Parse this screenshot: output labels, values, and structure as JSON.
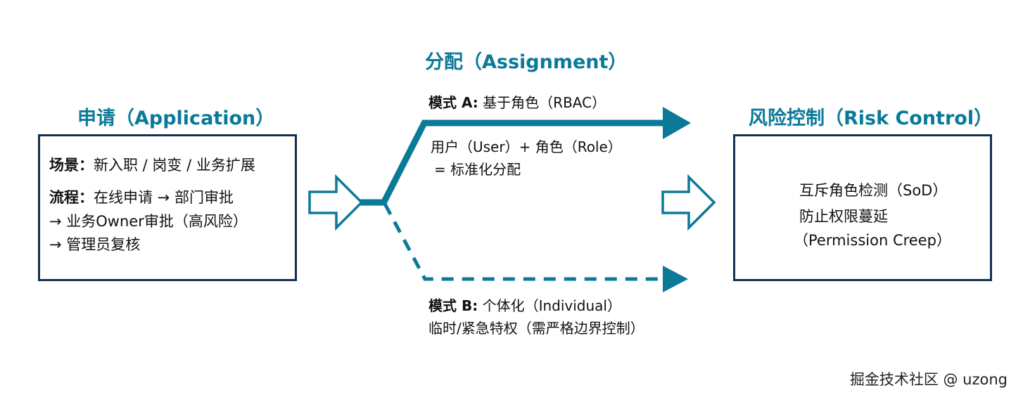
{
  "application": {
    "title": "申请（Application）",
    "scene_label": "场景：",
    "scene_value": "新入职 / 岗变 / 业务扩展",
    "process_label": "流程：",
    "process_line1": "在线申请 → 部门审批",
    "process_line2": "→ 业务Owner审批（高风险）",
    "process_line3": "→ 管理员复核"
  },
  "assignment": {
    "title": "分配（Assignment）",
    "mode_a_label": "模式 A:",
    "mode_a_value": " 基于角色（RBAC）",
    "mode_a_detail_line1": "用户（User）+ 角色（Role）",
    "mode_a_detail_line2": "= 标准化分配",
    "mode_b_label": "模式 B:",
    "mode_b_value": " 个体化（Individual）",
    "mode_b_detail": "临时/紧急特权（需严格边界控制）"
  },
  "risk_control": {
    "title": "风险控制（Risk Control）",
    "line1": "互斥角色检测（SoD）",
    "line2": "防止权限蔓延",
    "line3": "（Permission Creep）"
  },
  "watermark": "掘金技术社区 @ uzong",
  "colors": {
    "accent": "#0b7a99",
    "box_border": "#12314f",
    "warning": "#e03a3a"
  },
  "icons": {
    "warning": "warning-triangle-icon"
  }
}
